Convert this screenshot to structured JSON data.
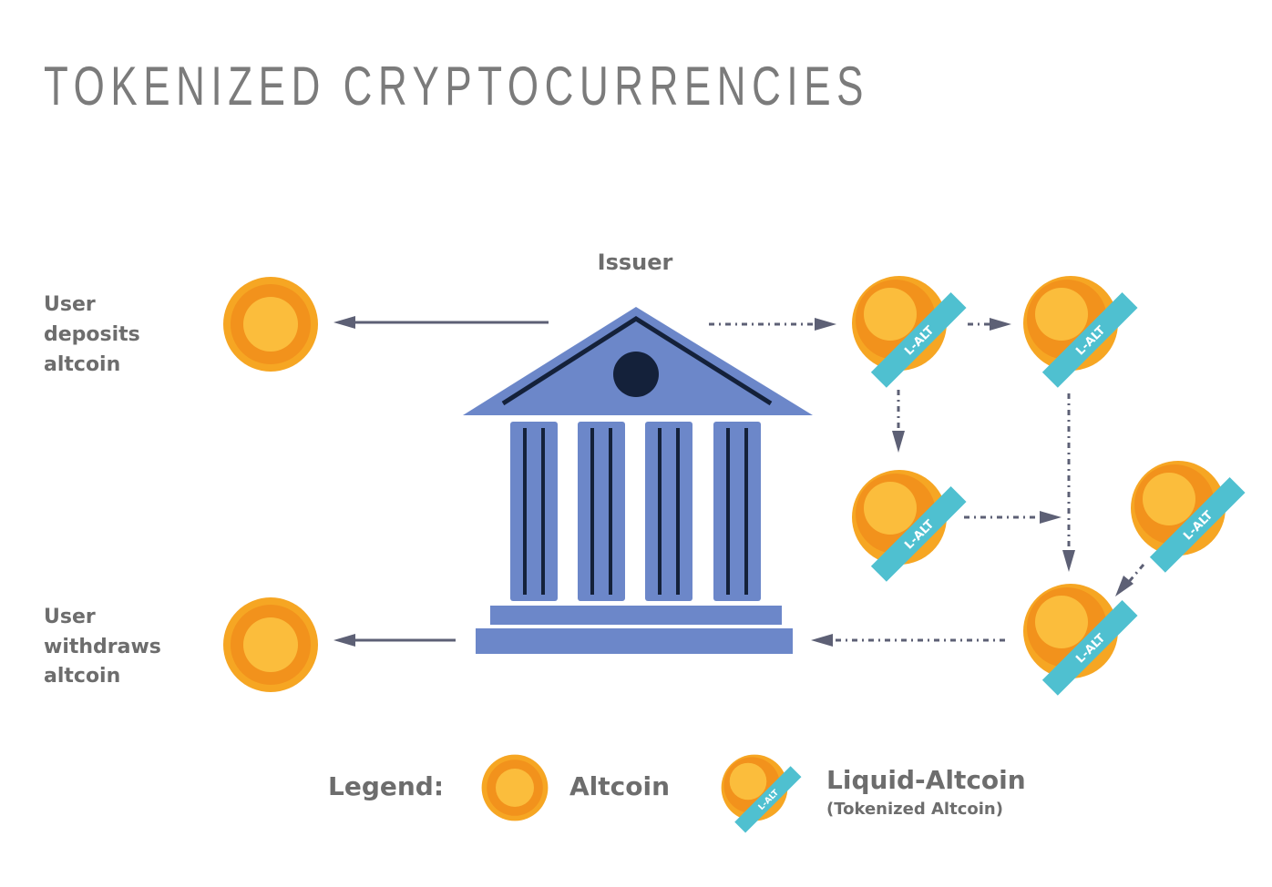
{
  "title": "TOKENIZED CRYPTOCURRENCIES",
  "issuer": "Issuer",
  "deposit_label": [
    "User",
    "deposits",
    "altcoin"
  ],
  "withdraw_label": [
    "User",
    "withdraws",
    "altcoin"
  ],
  "coin_band_text": "L-ALT",
  "legend": {
    "label": "Legend:",
    "altcoin": "Altcoin",
    "liquid_altcoin": "Liquid-Altcoin",
    "liquid_altcoin_note": "(Tokenized Altcoin)"
  },
  "colors": {
    "bank": "#6c87c9",
    "bank_dark": "#14213a",
    "coin_outer": "#f6a623",
    "coin_ring": "#f2921c",
    "coin_inner": "#fbbd3c",
    "band": "#4fc0d0",
    "arrow": "#5d6075",
    "text": "#6d6d6d"
  }
}
